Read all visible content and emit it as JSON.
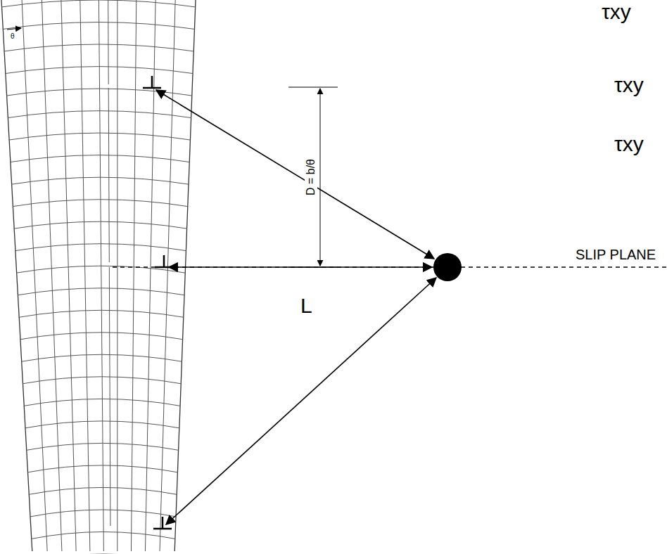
{
  "diagram": {
    "labels": [
      "τxy",
      "τxy",
      "τxy",
      "θ",
      "D = b/θ",
      "L",
      "SLIP PLANE"
    ]
  }
}
